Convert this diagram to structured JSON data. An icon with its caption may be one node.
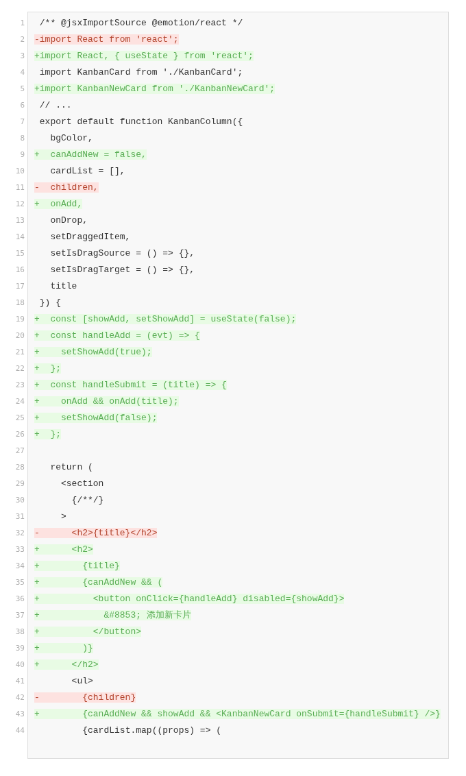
{
  "diagram": {
    "labels": [
      "1",
      " /** @jsxImportSource @emotion/react */",
      "2",
      "-import React from 'react';",
      "3",
      "+import React, { useState } from 'react';",
      "4",
      " import KanbanCard from './KanbanCard';",
      "5",
      "+import KanbanNewCard from './KanbanNewCard';",
      "6",
      " // ...",
      "7",
      " export default function KanbanColumn({",
      "8",
      "   bgColor,",
      "9",
      "+  canAddNew = false,",
      "10",
      "   cardList = [],",
      "11",
      "-  children,",
      "12",
      "+  onAdd,",
      "13",
      "   onDrop,",
      "14",
      "   setDraggedItem,",
      "15",
      "   setIsDragSource = () => {},",
      "16",
      "   setIsDragTarget = () => {},",
      "17",
      "   title",
      "18",
      " }) {",
      "19",
      "+  const [showAdd, setShowAdd] = useState(false);",
      "20",
      "+  const handleAdd = (evt) => {",
      "21",
      "+    setShowAdd(true);",
      "22",
      "+  };",
      "23",
      "+  const handleSubmit = (title) => {",
      "24",
      "+    onAdd && onAdd(title);",
      "25",
      "+    setShowAdd(false);",
      "26",
      "+  };",
      "27",
      "28",
      "   return (",
      "29",
      "     <section",
      "30",
      "       {/**/}",
      "31",
      "     >",
      "32",
      "-      <h2>{title}</h2>",
      "33",
      "+      <h2>",
      "34",
      "+        {title}",
      "35",
      "+        {canAddNew && (",
      "36",
      "+          <button onClick={handleAdd} disabled={showAdd}>",
      "37",
      "+            &#8853; 添加新卡片",
      "38",
      "+          </button>",
      "39",
      "+        )}",
      "40",
      "+      </h2>",
      "41",
      "       <ul>",
      "42",
      "-        {children}",
      "43",
      "+        {canAddNew && showAdd && <KanbanNewCard onSubmit={handleSubmit} />}",
      "44",
      "         {cardList.map((props) => ("
    ]
  }
}
